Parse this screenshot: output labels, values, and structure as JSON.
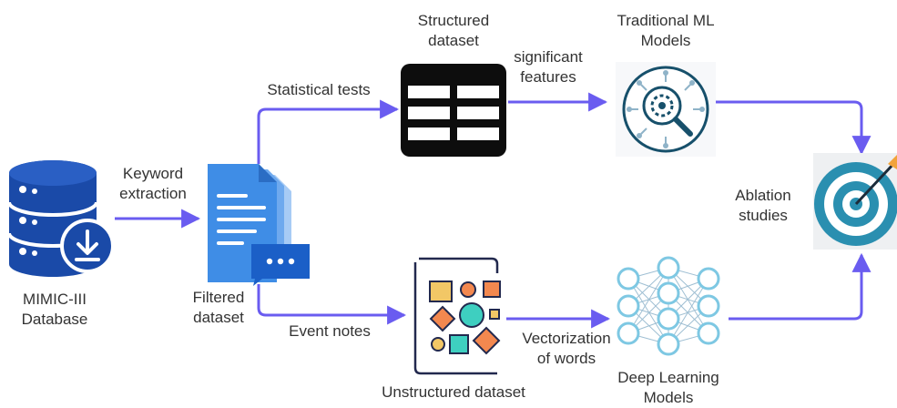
{
  "labels": {
    "mimic_line1": "MIMIC-III",
    "mimic_line2": "Database",
    "keyword_line1": "Keyword",
    "keyword_line2": "extraction",
    "filtered_line1": "Filtered",
    "filtered_line2": "dataset",
    "statistical_tests": "Statistical tests",
    "event_notes": "Event notes",
    "structured_line1": "Structured",
    "structured_line2": "dataset",
    "significant_line1": "significant",
    "significant_line2": "features",
    "traditional_line1": "Traditional ML",
    "traditional_line2": "Models",
    "unstructured": "Unstructured dataset",
    "vectorization_line1": "Vectorization",
    "vectorization_line2": "of words",
    "deep_line1": "Deep Learning",
    "deep_line2": "Models",
    "ablation_line1": "Ablation",
    "ablation_line2": "studies"
  },
  "colors": {
    "arrow": "#6a5cf0",
    "database": "#1a4aa8",
    "document": "#3f8de6",
    "model_blue": "#17506b",
    "target_teal": "#2a8fb0"
  },
  "icons": [
    "database-icon",
    "document-icon",
    "table-icon",
    "shapes-icon",
    "gear-search-icon",
    "neural-network-icon",
    "target-icon"
  ]
}
